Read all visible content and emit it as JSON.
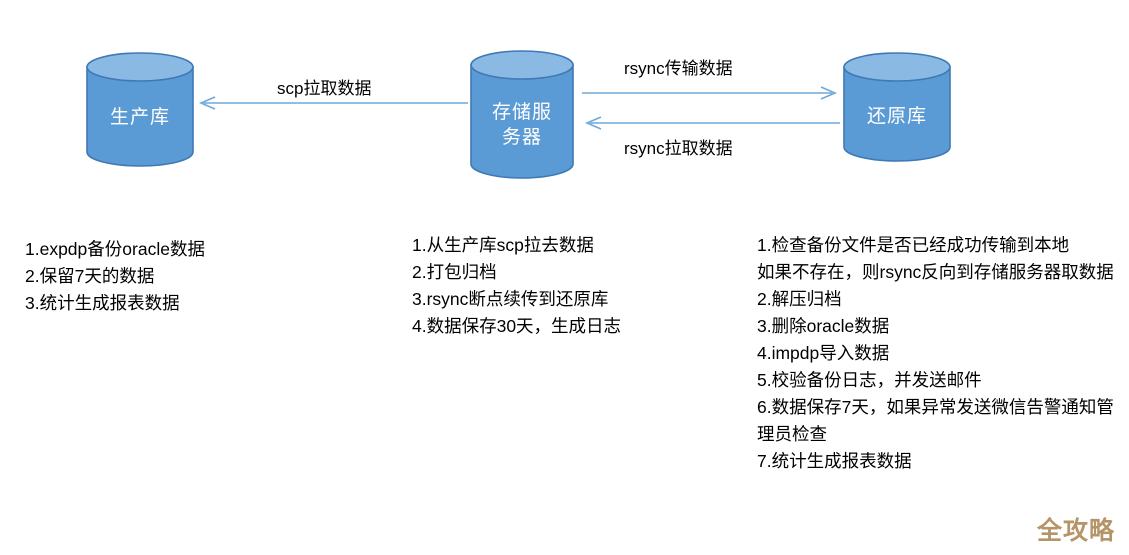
{
  "diagram": {
    "title": "oracle backup rsync topology",
    "colors": {
      "cylinder_body": "#5b9bd5",
      "cylinder_top": "#8ab9e4",
      "cylinder_stroke": "#3e79b5",
      "arrow": "#6fa8dc",
      "text": "#000000",
      "watermark": "#b59568",
      "background": "#ffffff"
    },
    "nodes": [
      {
        "id": "production",
        "label": "生产库",
        "icon": "database-cylinder-icon"
      },
      {
        "id": "storage",
        "label": "存储服\n务器",
        "icon": "database-cylinder-icon"
      },
      {
        "id": "restore",
        "label": "还原库",
        "icon": "database-cylinder-icon"
      }
    ],
    "connections": [
      {
        "id": "scp",
        "label": "scp拉取数据",
        "from": "storage",
        "to": "production",
        "direction": "left"
      },
      {
        "id": "rsync-push",
        "label": "rsync传输数据",
        "from": "storage",
        "to": "restore",
        "direction": "right"
      },
      {
        "id": "rsync-pull",
        "label": "rsync拉取数据",
        "from": "restore",
        "to": "storage",
        "direction": "left"
      }
    ],
    "notes": {
      "production": [
        "1.expdp备份oracle数据",
        "2.保留7天的数据",
        "3.统计生成报表数据"
      ],
      "storage": [
        "1.从生产库scp拉去数据",
        "2.打包归档",
        "3.rsync断点续传到还原库",
        "4.数据保存30天，生成日志"
      ],
      "restore": [
        "1.检查备份文件是否已经成功传输到本地",
        "如果不存在，则rsync反向到存储服务器取数据",
        "2.解压归档",
        "3.删除oracle数据",
        "4.impdp导入数据",
        "5.校验备份日志，并发送邮件",
        "6.数据保存7天，如果异常发送微信告警通知管理员检查",
        "7.统计生成报表数据"
      ]
    }
  },
  "watermark": {
    "text": "全攻略"
  }
}
